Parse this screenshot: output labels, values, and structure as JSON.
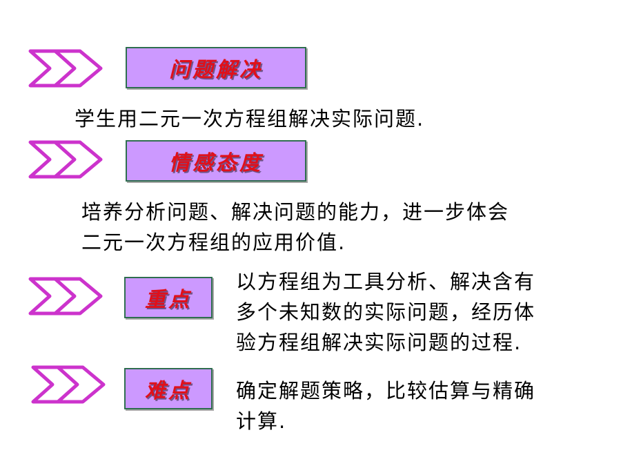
{
  "colors": {
    "label_fill": "#cc99ff",
    "label_border": "#2f6e4f",
    "label_text": "#e0101a",
    "arrow_fill": "#ffffff",
    "arrow_stroke": "#cc33cc"
  },
  "sections": {
    "problem_solving": {
      "label": "问题解决",
      "text": "学生用二元一次方程组解决实际问题."
    },
    "attitude": {
      "label": "情感态度",
      "line1": "培养分析问题、解决问题的能力，进一步体会",
      "line2": "二元一次方程组的应用价值."
    },
    "key_point": {
      "label": "重点",
      "line1": "以方程组为工具分析、解决含有",
      "line2": "多个未知数的实际问题，经历体",
      "line3": "验方程组解决实际问题的过程."
    },
    "difficulty": {
      "label": "难点",
      "line1": "确定解题策略，比较估算与精确",
      "line2": "计算."
    }
  }
}
